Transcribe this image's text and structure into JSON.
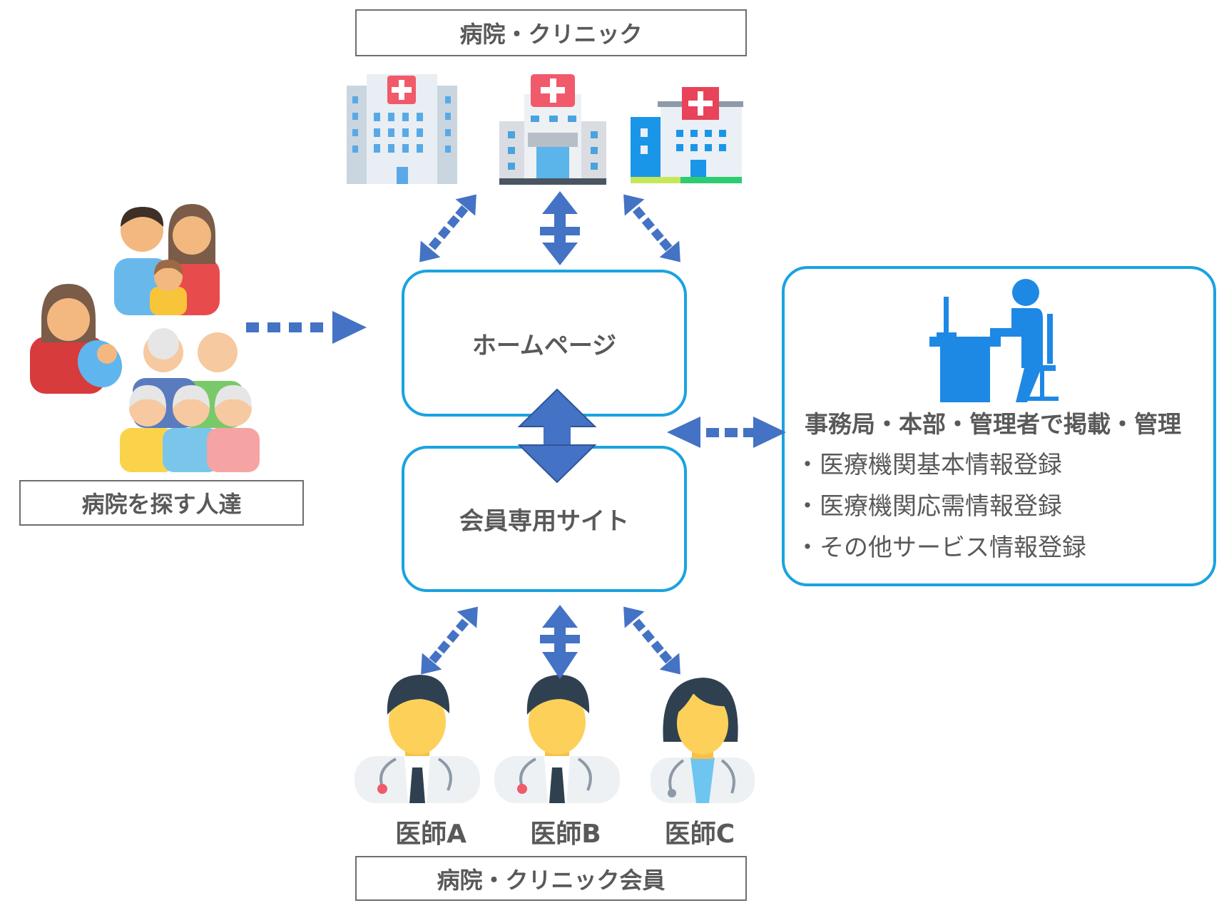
{
  "hospitals": {
    "label": "病院・クリニック"
  },
  "seekers": {
    "label": "病院を探す人達"
  },
  "homepage": {
    "label": "ホームページ"
  },
  "members_site": {
    "label": "会員専用サイト"
  },
  "admin": {
    "title": "事務局・本部・管理者で掲載・管理",
    "items": [
      "・医療機関基本情報登録",
      "・医療機関応需情報登録",
      "・その他サービス情報登録"
    ]
  },
  "doctors": [
    {
      "label": "医師A"
    },
    {
      "label": "医師B"
    },
    {
      "label": "医師C"
    }
  ],
  "members": {
    "label": "病院・クリニック会員"
  },
  "colors": {
    "arrow": "#4472c4",
    "box_border": "#1aa3e0",
    "text": "#595959",
    "admin_icon": "#1e88e5"
  }
}
